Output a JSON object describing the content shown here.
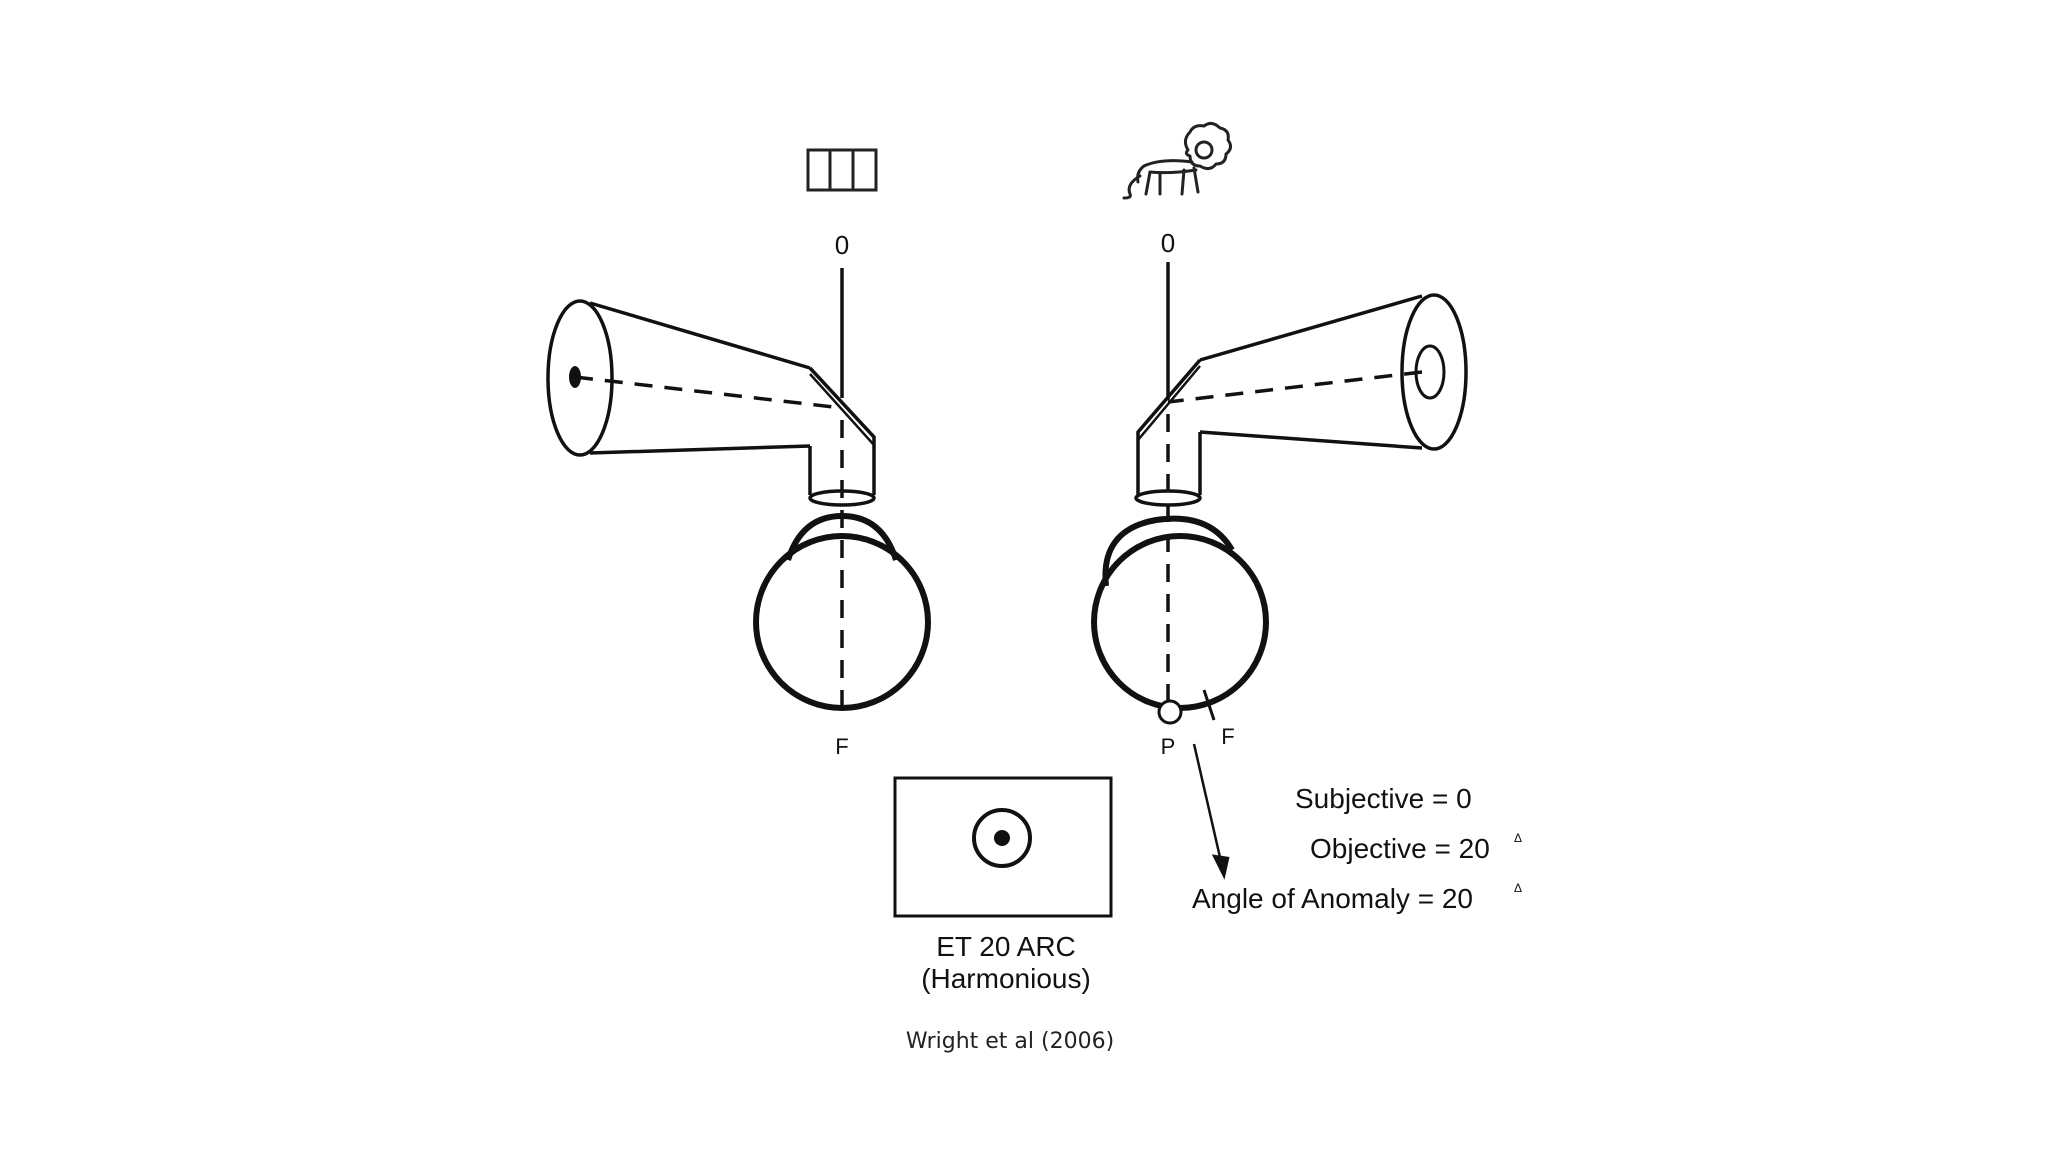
{
  "left_eye": {
    "zero_label": "0",
    "fovea_label": "F"
  },
  "right_eye": {
    "zero_label": "0",
    "point_label": "P",
    "fovea_label": "F"
  },
  "afterimage": {
    "caption_line1": "ET 20 ARC",
    "caption_line2": "(Harmonious)"
  },
  "measurements": {
    "subjective": "Subjective = 0",
    "objective": "Objective = 20",
    "objective_unit": "Δ",
    "anomaly": "Angle of Anomaly = 20",
    "anomaly_unit": "Δ"
  },
  "credit": "Wright et al (2006)",
  "icons": {
    "left_target": "cage-icon",
    "right_target": "lion-icon"
  },
  "colors": {
    "ink": "#111111",
    "background": "#ffffff"
  }
}
